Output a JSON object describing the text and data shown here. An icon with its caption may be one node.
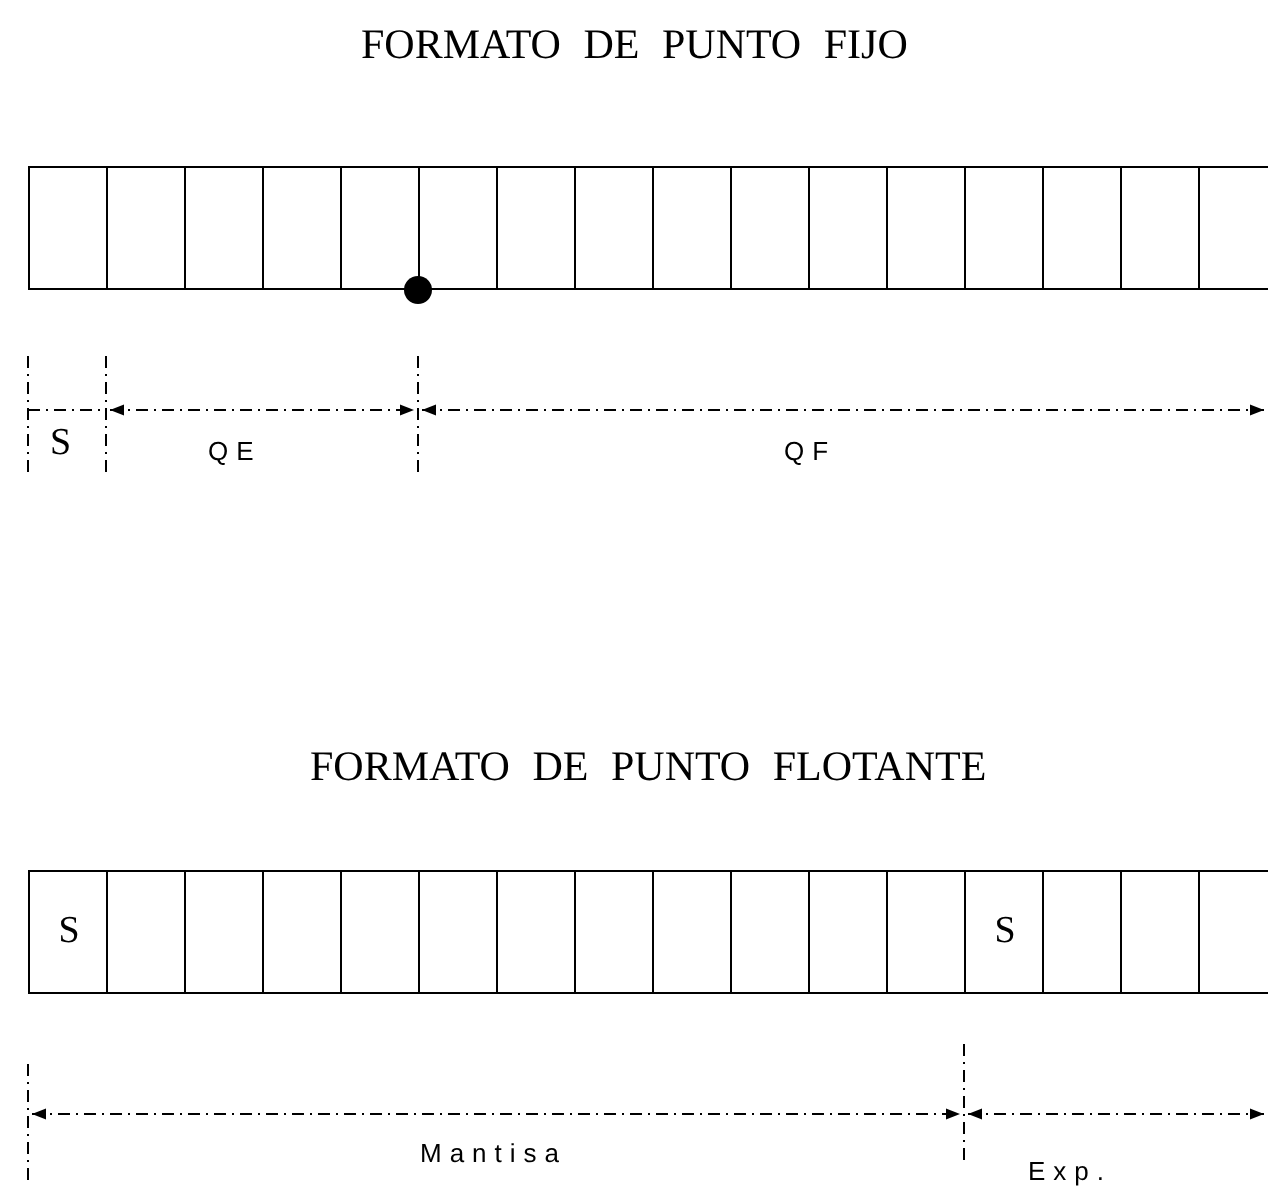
{
  "diagram": {
    "nodes": [
      {
        "text": [],
        "shape": "box"
      },
      {
        "text": [],
        "shape": "box"
      },
      {
        "text": [],
        "shape": "box"
      },
      {
        "text": [],
        "shape": "box"
      },
      {
        "text": [],
        "shape": "box"
      },
      {
        "text": [],
        "shape": "box"
      },
      {
        "text": [],
        "shape": "box"
      },
      {
        "text": [],
        "shape": "box"
      },
      {
        "text": [],
        "shape": "box"
      },
      {
        "text": [],
        "shape": "box"
      },
      {
        "text": [],
        "shape": "box"
      },
      {
        "text": [],
        "shape": "box"
      },
      {
        "text": [],
        "shape": "box"
      },
      {
        "text": [],
        "shape": "box"
      },
      {
        "text": [],
        "shape": "box"
      },
      {
        "text": [],
        "shape": "box"
      },
      {
        "text": [
          "S"
        ]
      },
      {
        "text": [],
        "shape": "box"
      },
      {
        "text": [],
        "shape": "box"
      },
      {
        "text": [],
        "shape": "box"
      },
      {
        "text": [],
        "shape": "box"
      },
      {
        "text": [],
        "shape": "box"
      },
      {
        "text": [],
        "shape": "box"
      },
      {
        "text": [],
        "shape": "box"
      },
      {
        "text": [],
        "shape": "box"
      },
      {
        "text": [],
        "shape": "box"
      },
      {
        "text": [],
        "shape": "box"
      },
      {
        "text": [],
        "shape": "box"
      },
      {
        "text": [
          "S"
        ]
      },
      {
        "text": [],
        "shape": "box"
      },
      {
        "text": [],
        "shape": "box"
      },
      {
        "text": [],
        "shape": "box"
      }
    ],
    "labels": [
      "FORMATO DE PUNTO FIJO",
      "S",
      "QE",
      "QF",
      "FORMATO DE PUNTO FLOTANTE",
      "Mantisa",
      "Exp."
    ]
  }
}
